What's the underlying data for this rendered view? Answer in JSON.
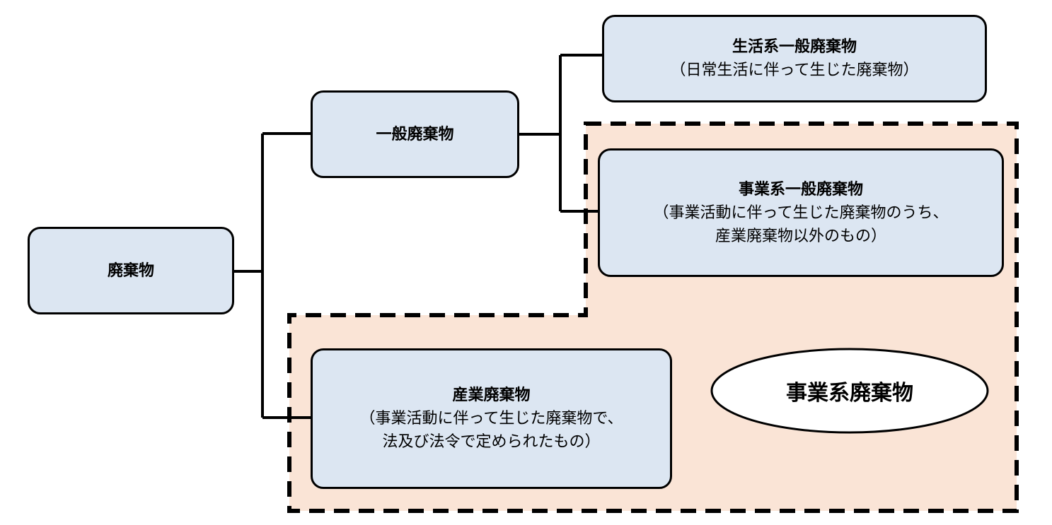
{
  "colors": {
    "box_fill": "#dce6f2",
    "region_fill": "#fae4d6",
    "stroke": "#000000",
    "ellipse_fill": "#ffffff"
  },
  "nodes": {
    "haikibutsu": {
      "title": "廃棄物"
    },
    "ippan": {
      "title": "一般廃棄物"
    },
    "seikatsu": {
      "title": "生活系一般廃棄物",
      "desc": [
        "（日常生活に伴って生じた廃棄物）"
      ]
    },
    "jigyo_ippan": {
      "title": "事業系一般廃棄物",
      "desc": [
        "（事業活動に伴って生じた廃棄物のうち、",
        "産業廃棄物以外のもの）"
      ]
    },
    "sangyo": {
      "title": "産業廃棄物",
      "desc": [
        "（事業活動に伴って生じた廃棄物で、",
        "法及び法令で定められたもの）"
      ]
    }
  },
  "region": {
    "label": "事業系廃棄物"
  }
}
